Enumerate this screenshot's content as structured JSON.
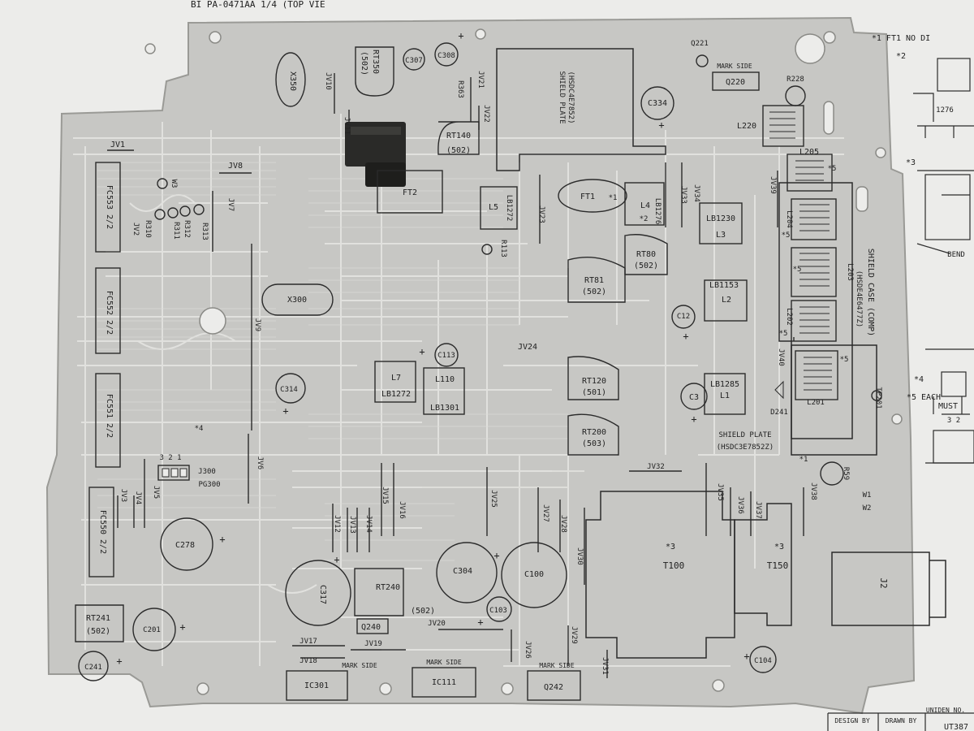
{
  "title": "BI PA-0471AA 1/4 (TOP VIE",
  "notes": {
    "n1": "*1 FT1 NO DI",
    "n2": "*2",
    "n2_part": "1276",
    "n3": "*3",
    "n3_bend": "BEND",
    "n4": "*4",
    "n4_pins": "3 2",
    "n5": "*5 EACH",
    "n5_b": "MUST"
  },
  "title_block": {
    "design_by": "DESIGN BY",
    "drawn_by": "DRAWN BY",
    "uniden_no": "UNIDEN NO.",
    "part_no": "UT387"
  },
  "shields": {
    "shield_left": "SHIELD PLATE",
    "shield_left_code": "(HSDC4E7852)",
    "shield_case": "SHIELD CASE (COMP)",
    "shield_case_code": "(HSDE4E6477Z)",
    "shield_bottom": "SHIELD PLATE",
    "shield_bottom_code": "(HSDC3E7852Z)"
  },
  "components": {
    "x350": "X350",
    "rt350": "RT350",
    "rt350_val": "(502)",
    "c307": "C307",
    "c308": "C308",
    "r363": "R363",
    "jv10": "JV10",
    "jv11": "JV11",
    "jv21": "JV21",
    "jv22": "JV22",
    "rt140": "RT140",
    "rt140_val": "(502)",
    "q221": "Q221",
    "mark_side_q220": "MARK SIDE",
    "q220": "Q220",
    "r228": "R228",
    "c334": "C334",
    "l220": "L220",
    "jv1": "JV1",
    "jv8": "JV8",
    "fc553": "FC553 2/2",
    "ft2": "FT2",
    "lb1272_l5": "LB1272",
    "l5": "L5",
    "jv23": "JV23",
    "ft1": "FT1",
    "ft1_mark": "*1",
    "l4": "L4",
    "l4_mark": "*2",
    "lb1276": "LB1276",
    "jv33": "JV33",
    "jv34": "JV34",
    "jv39": "JV39",
    "l205": "L205",
    "l205_mark": "*5",
    "jv2": "JV2",
    "w3": "W3",
    "jv7": "JV7",
    "r310": "R310",
    "r311": "R311",
    "r312": "R312",
    "r313": "R313",
    "r113": "R113",
    "lb1230": "LB1230",
    "l3": "L3",
    "l204": "L204",
    "l204_mark": "*5",
    "rt80": "RT80",
    "rt80_val": "(502)",
    "rt81": "RT81",
    "rt81_val": "(502)",
    "l203": "L203",
    "l203_mark": "*5",
    "fc552": "FC552 2/2",
    "jv9": "JV9",
    "x300": "X300",
    "lb1153": "LB1153",
    "l2": "L2",
    "jv40": "JV40",
    "c12": "C12",
    "l202": "L202",
    "l202_mark": "*5",
    "c113": "C113",
    "jv24": "JV24",
    "l7": "L7",
    "lb1272_l7": "LB1272",
    "l110": "L110",
    "lb1301": "LB1301",
    "c314": "C314",
    "rt120": "RT120",
    "rt120_val": "(501)",
    "c3": "C3",
    "lb1285": "LB1285",
    "l1": "L1",
    "d241": "D241",
    "l201": "L201",
    "l201_mark": "*5",
    "tp201": "TP201",
    "fc551": "FC551 2/2",
    "star4": "*4",
    "j300_pins": "3 2 1",
    "j300": "J300",
    "pg300": "PG300",
    "jv6": "JV6",
    "rt200": "RT200",
    "rt200_val": "(503)",
    "jv32": "JV32",
    "w1_near": "*1",
    "r59": "R59",
    "jv38": "JV38",
    "w1": "W1",
    "w2": "W2",
    "fc550": "FC550 2/2",
    "jv3": "JV3",
    "jv4": "JV4",
    "jv5": "JV5",
    "jv12": "JV12",
    "jv13": "JV13",
    "jv14": "JV14",
    "jv15": "JV15",
    "jv16": "JV16",
    "jv25": "JV25",
    "jv27": "JV27",
    "jv28": "JV28",
    "jv35": "JV35",
    "jv36": "JV36",
    "jv37": "JV37",
    "c278": "C278",
    "t100_mark": "*3",
    "t100": "T100",
    "t150_mark": "*3",
    "t150": "T150",
    "j2": "J2",
    "c317": "C317",
    "rt240": "RT240",
    "rt240_val": "(502)",
    "c304": "C304",
    "c100": "C100",
    "jv30": "JV30",
    "c103": "C103",
    "rt241": "RT241",
    "rt241_val": "(502)",
    "c201": "C201",
    "q240": "Q240",
    "jv20": "JV20",
    "jv17": "JV17",
    "jv19": "JV19",
    "jv18": "JV18",
    "jv26": "JV26",
    "jv29": "JV29",
    "jv31": "JV31",
    "c104": "C104",
    "c241": "C241",
    "mark_side_ic301": "MARK SIDE",
    "ic301": "IC301",
    "mark_side_ic111": "MARK SIDE",
    "ic111": "IC111",
    "mark_side_q242": "MARK SIDE",
    "q242": "Q242"
  },
  "colors": {
    "paper": "#ececea",
    "board": "#c7c7c4",
    "trace": "#e4e4e1",
    "ink": "#222222",
    "component_body": "#2a2a28"
  }
}
